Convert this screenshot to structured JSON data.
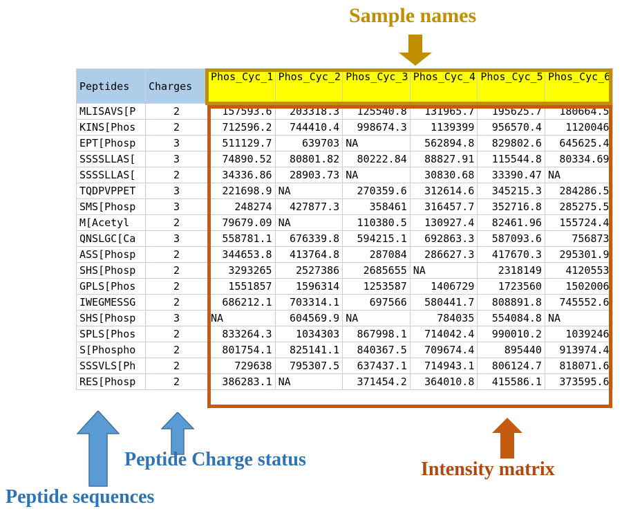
{
  "annotations": {
    "sample_names": "Sample names",
    "peptide_charge_status": "Peptide Charge status",
    "peptide_sequences": "Peptide sequences",
    "intensity_matrix": "Intensity matrix"
  },
  "colors": {
    "sample_names_accent": "#bf8f00",
    "intensity_matrix_accent": "#c55a11",
    "peptide_accent": "#2e74b5",
    "header_highlight": "#ffff00",
    "header_cell_background": "#aecde8"
  },
  "table": {
    "headers": {
      "peptides": "Peptides",
      "charges": "Charges",
      "samples": [
        "Phos_Cyc_1",
        "Phos_Cyc_2",
        "Phos_Cyc_3",
        "Phos_Cyc_4",
        "Phos_Cyc_5",
        "Phos_Cyc_6"
      ]
    },
    "rows": [
      {
        "peptide": "MLISAVS[P",
        "charge": "2",
        "values": [
          "157593.6",
          "203318.3",
          "125540.8",
          "131965.7",
          "195625.7",
          "180664.5"
        ]
      },
      {
        "peptide": "KINS[Phos",
        "charge": "2",
        "values": [
          "712596.2",
          "744410.4",
          "998674.3",
          "1139399",
          "956570.4",
          "1120046"
        ]
      },
      {
        "peptide": "EPT[Phosp",
        "charge": "3",
        "values": [
          "511129.7",
          "639703",
          "NA",
          "562894.8",
          "829802.6",
          "645625.4"
        ]
      },
      {
        "peptide": "SSSSLLAS[",
        "charge": "3",
        "values": [
          "74890.52",
          "80801.82",
          "80222.84",
          "88827.91",
          "115544.8",
          "80334.69"
        ]
      },
      {
        "peptide": "SSSSLLAS[",
        "charge": "2",
        "values": [
          "34336.86",
          "28903.73",
          "NA",
          "30830.68",
          "33390.47",
          "NA"
        ]
      },
      {
        "peptide": "TQDPVPPET",
        "charge": "3",
        "values": [
          "221698.9",
          "NA",
          "270359.6",
          "312614.6",
          "345215.3",
          "284286.5"
        ]
      },
      {
        "peptide": "SMS[Phosp",
        "charge": "3",
        "values": [
          "248274",
          "427877.3",
          "358461",
          "316457.7",
          "352716.8",
          "285275.5"
        ]
      },
      {
        "peptide": "M[Acetyl",
        "charge": "2",
        "values": [
          "79679.09",
          "NA",
          "110380.5",
          "130927.4",
          "82461.96",
          "155724.4"
        ]
      },
      {
        "peptide": "QNSLGC[Ca",
        "charge": "3",
        "values": [
          "558781.1",
          "676339.8",
          "594215.1",
          "692863.3",
          "587093.6",
          "756873"
        ]
      },
      {
        "peptide": "ASS[Phosp",
        "charge": "2",
        "values": [
          "344653.8",
          "413764.8",
          "287084",
          "286627.3",
          "417670.3",
          "295301.9"
        ]
      },
      {
        "peptide": "SHS[Phosp",
        "charge": "2",
        "values": [
          "3293265",
          "2527386",
          "2685655",
          "NA",
          "2318149",
          "4120553"
        ]
      },
      {
        "peptide": "GPLS[Phos",
        "charge": "2",
        "values": [
          "1551857",
          "1596314",
          "1253587",
          "1406729",
          "1723560",
          "1502006"
        ]
      },
      {
        "peptide": "IWEGMESSG",
        "charge": "2",
        "values": [
          "686212.1",
          "703314.1",
          "697566",
          "580441.7",
          "808891.8",
          "745552.6"
        ]
      },
      {
        "peptide": "SHS[Phosp",
        "charge": "3",
        "values": [
          "NA",
          "604569.9",
          "NA",
          "784035",
          "554084.8",
          "NA"
        ]
      },
      {
        "peptide": "SPLS[Phos",
        "charge": "2",
        "values": [
          "833264.3",
          "1034303",
          "867998.1",
          "714042.4",
          "990010.2",
          "1039246"
        ]
      },
      {
        "peptide": "S[Phospho",
        "charge": "2",
        "values": [
          "801754.1",
          "825141.1",
          "840367.5",
          "709674.4",
          "895440",
          "913974.4"
        ]
      },
      {
        "peptide": "SSSVLS[Ph",
        "charge": "2",
        "values": [
          "729638",
          "795307.5",
          "637437.1",
          "714943.1",
          "806124.7",
          "818071.6"
        ]
      },
      {
        "peptide": "RES[Phosp",
        "charge": "2",
        "values": [
          "386283.1",
          "NA",
          "371454.2",
          "364010.8",
          "415586.1",
          "373595.6"
        ]
      }
    ]
  }
}
